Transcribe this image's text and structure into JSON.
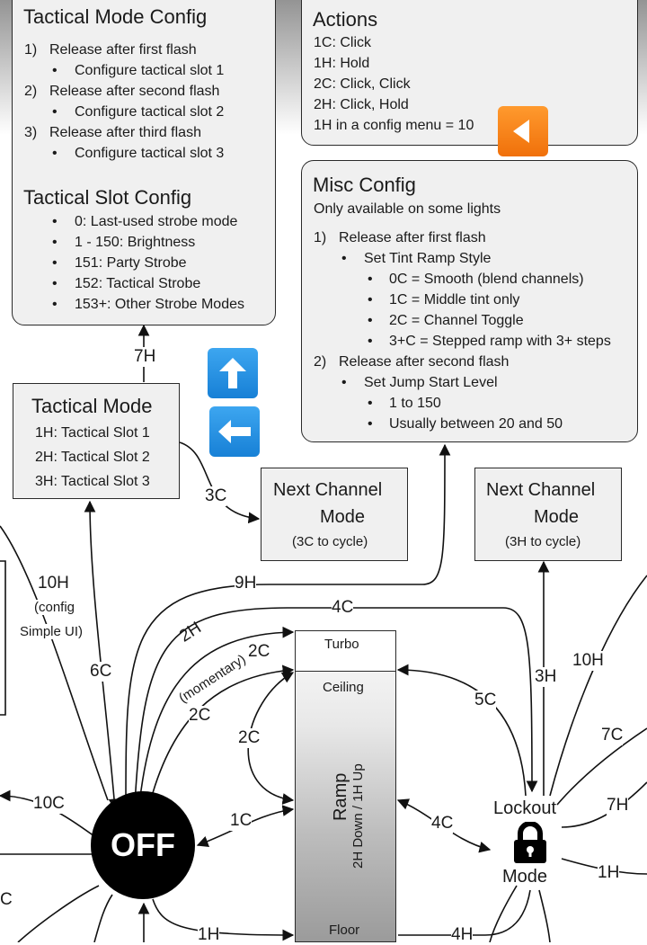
{
  "tactical_config": {
    "title": "Tactical Mode Config",
    "steps": [
      {
        "n": "1)",
        "text": "Release after first flash",
        "sub": "Configure tactical slot 1"
      },
      {
        "n": "2)",
        "text": "Release after second flash",
        "sub": "Configure tactical slot 2"
      },
      {
        "n": "3)",
        "text": "Release after third flash",
        "sub": "Configure tactical slot 3"
      }
    ],
    "slot_title": "Tactical Slot Config",
    "slot_items": [
      "0: Last-used strobe mode",
      "1 - 150: Brightness",
      "151: Party Strobe",
      "152: Tactical Strobe",
      "153+: Other Strobe Modes"
    ]
  },
  "actions": {
    "title": "Actions",
    "items": [
      "1C: Click",
      "1H: Hold",
      "2C: Click, Click",
      "2H: Click, Hold",
      "1H in a config menu = 10"
    ]
  },
  "misc_config": {
    "title": "Misc Config",
    "subtitle": "Only available on some lights",
    "step1": "Release after first flash",
    "step1_sub": "Set Tint Ramp Style",
    "step1_items": [
      "0C = Smooth (blend channels)",
      "1C = Middle tint only",
      "2C = Channel Toggle",
      "3+C = Stepped ramp with 3+ steps"
    ],
    "step2": "Release after second flash",
    "step2_sub": "Set Jump Start Level",
    "step2_items": [
      "1 to 150",
      "Usually between 20 and 50"
    ],
    "n1": "1)",
    "n2": "2)"
  },
  "tactical_mode": {
    "title": "Tactical Mode",
    "items": [
      "1H: Tactical Slot 1",
      "2H: Tactical Slot 2",
      "3H: Tactical Slot 3"
    ]
  },
  "next_channel_left": {
    "title1": "Next Channel",
    "title2": "Mode",
    "note": "(3C to cycle)"
  },
  "next_channel_right": {
    "title1": "Next Channel",
    "title2": "Mode",
    "note": "(3H to cycle)"
  },
  "off_label": "OFF",
  "ramp": {
    "turbo": "Turbo",
    "ceiling": "Ceiling",
    "ramp": "Ramp",
    "hint": "2H Down / 1H Up",
    "floor": "Floor"
  },
  "lockout": {
    "line1": "Lockout",
    "line2": "Mode"
  },
  "labels": {
    "l7H_top": "7H",
    "l3C": "3C",
    "l10H": "10H",
    "l10H_sub1": "(config",
    "l10H_sub2": "Simple UI)",
    "l6C": "6C",
    "l9H": "9H",
    "l4C_top": "4C",
    "l2H": "2H",
    "l2H_sub": "(momentary)",
    "l2C_a": "2C",
    "l2C_b": "2C",
    "l2C_c": "2C",
    "l5C": "5C",
    "l3H": "3H",
    "l10H_r": "10H",
    "l7C": "7C",
    "l10C": "10C",
    "l1C": "1C",
    "l4C_mid": "4C",
    "l7H_r": "7H",
    "l1H_r": "1H",
    "l1H_b": "1H",
    "l4H_b": "4H",
    "lC_left": "C"
  },
  "buttons": {
    "up_icon": "arrow-up-icon",
    "left_icon": "arrow-left-icon",
    "back_icon": "play-reverse-icon"
  },
  "colors": {
    "blue": "#1e88e5",
    "orange": "#f57c00",
    "box_bg": "#f0f0f0",
    "line": "#111111"
  }
}
